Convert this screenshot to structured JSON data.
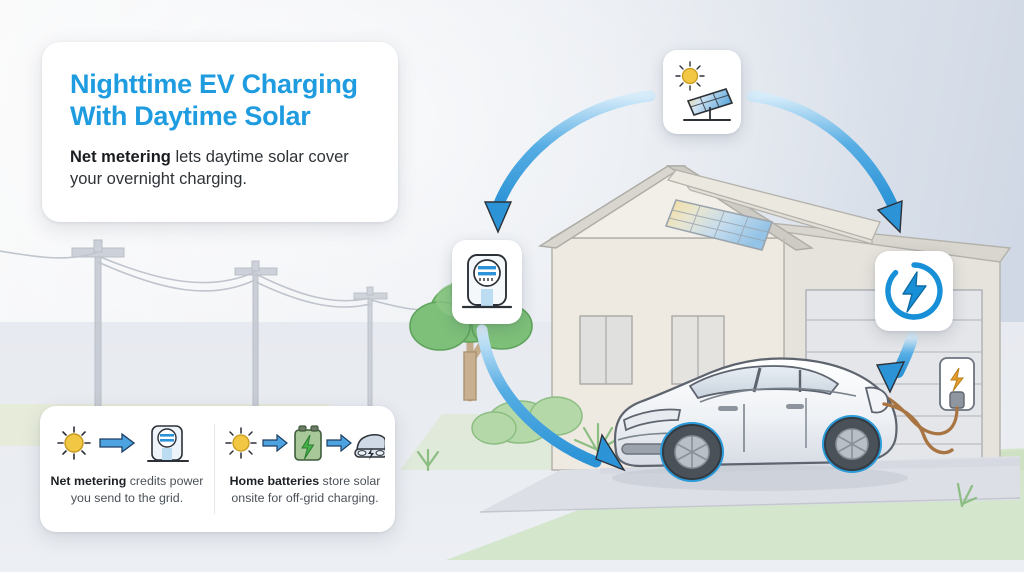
{
  "title_card": {
    "heading_line1": "Nighttime EV Charging",
    "heading_line2": "With Daytime Solar",
    "subtitle_strong": "Net metering",
    "subtitle_rest": " lets daytime solar cover your overnight charging.",
    "heading_color": "#1f9ce0"
  },
  "legend": {
    "items": [
      {
        "icons": [
          "sun-icon",
          "arrow-right-icon",
          "charging-meter-icon"
        ],
        "caption_strong": "Net metering",
        "caption_rest": " credits power you send to the grid."
      },
      {
        "icons": [
          "sun-icon",
          "arrow-right-icon",
          "battery-icon",
          "arrow-right-icon",
          "car-icon"
        ],
        "caption_strong": "Home batteries",
        "caption_rest": " store solar onsite for off-grid charging."
      }
    ]
  },
  "badges": [
    {
      "id": "solar-panel-badge",
      "icon": "solar-panel-icon"
    },
    {
      "id": "charging-station-badge",
      "icon": "charging-meter-icon"
    },
    {
      "id": "ev-charging-badge",
      "icon": "lightning-bolt-circle-icon"
    }
  ],
  "scene": {
    "house": "suburban-house-with-gable-roof",
    "roof_solar_array": "roof-solar-panel-array",
    "garage": "attached-garage-with-door",
    "vehicle": "white-electric-car-plugged-in",
    "wall_charger": "ev-wall-charger-with-bolt",
    "utility_poles": "power-line-poles",
    "vegetation": [
      "tree",
      "bush",
      "grass-tuft"
    ]
  },
  "arrows": [
    {
      "id": "arrow-solar-to-charger",
      "direction": "down-left"
    },
    {
      "id": "arrow-solar-to-bolt",
      "direction": "down-right"
    },
    {
      "id": "arrow-charger-to-car",
      "direction": "down-right"
    },
    {
      "id": "arrow-bolt-to-car-port",
      "direction": "down"
    }
  ],
  "colors": {
    "accent_blue": "#2e9bdc",
    "arrow_blue": "#3fa3e0",
    "solar_yellow": "#f2c744",
    "battery_green": "#7cb46a",
    "charger_bolt_orange": "#e09a2c",
    "wheel_accent_blue": "#2b9ad9",
    "lawn_green": "#cfe3c4"
  }
}
